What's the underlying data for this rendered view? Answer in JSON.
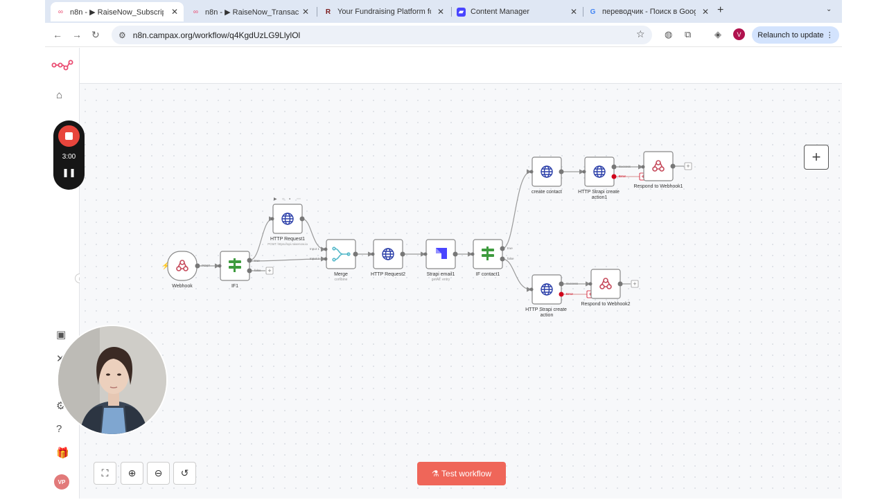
{
  "browser": {
    "tabs": [
      {
        "title": "n8n - ▶ RaiseNow_Subscripti",
        "active": true
      },
      {
        "title": "n8n - ▶ RaiseNow_Transactio",
        "active": false
      },
      {
        "title": "Your Fundraising Platform for",
        "active": false
      },
      {
        "title": "Content Manager",
        "active": false
      },
      {
        "title": "переводчик - Поиск в Googl",
        "active": false
      }
    ],
    "url": "n8n.campax.org/workflow/q4KgdUzLG9LlylOl",
    "profile_initial": "V",
    "relaunch_label": "Relaunch to update"
  },
  "recorder": {
    "time": "3:00"
  },
  "sidebar": {
    "user_initials": "VP"
  },
  "workflow": {
    "nodes": [
      {
        "id": "webhook",
        "label": "Webhook",
        "sub": "",
        "icon": "webhook-icon"
      },
      {
        "id": "if1",
        "label": "IF1",
        "sub": "",
        "icon": "if-icon"
      },
      {
        "id": "http1",
        "label": "HTTP Request1",
        "sub": "POST: https://api.raisenow.io",
        "icon": "globe-icon"
      },
      {
        "id": "merge",
        "label": "Merge",
        "sub": "combine",
        "icon": "merge-icon"
      },
      {
        "id": "http2",
        "label": "HTTP Request2",
        "sub": "",
        "icon": "globe-icon"
      },
      {
        "id": "strapi",
        "label": "Strapi email1",
        "sub": "getAll: entry",
        "icon": "strapi-icon"
      },
      {
        "id": "ifcontact",
        "label": "IF contact1",
        "sub": "",
        "icon": "if-icon"
      },
      {
        "id": "create",
        "label": "create contact",
        "sub": "",
        "icon": "globe-icon"
      },
      {
        "id": "strapi_create1",
        "label": "HTTP Strapi create action1",
        "sub": "",
        "icon": "globe-icon"
      },
      {
        "id": "respond1",
        "label": "Respond to Webhook1",
        "sub": "",
        "icon": "webhook-icon"
      },
      {
        "id": "strapi_create",
        "label": "HTTP Strapi create action",
        "sub": "",
        "icon": "globe-icon"
      },
      {
        "id": "respond2",
        "label": "Respond to Webhook2",
        "sub": "",
        "icon": "webhook-icon"
      }
    ],
    "edge_labels": {
      "post": "POST",
      "true": "true",
      "false": "false",
      "input1": "Input 1",
      "input2": "Input 2",
      "success": "Success",
      "error": "Error"
    },
    "test_button_label": "Test workflow"
  }
}
